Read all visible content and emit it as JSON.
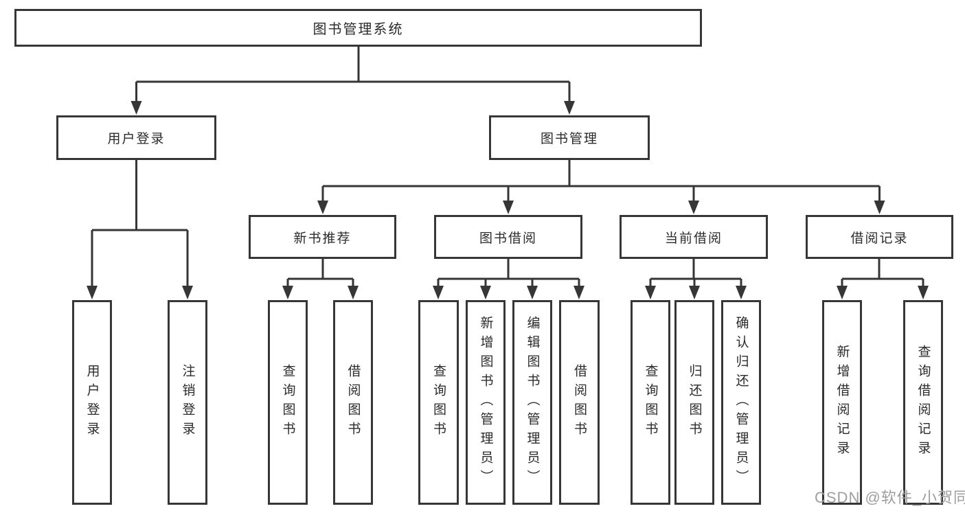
{
  "diagram": {
    "type": "hierarchy-tree",
    "root": {
      "label": "图书管理系统",
      "children": [
        {
          "label": "用户登录",
          "children": [
            {
              "label": "用户登录"
            },
            {
              "label": "注销登录"
            }
          ]
        },
        {
          "label": "图书管理",
          "children": [
            {
              "label": "新书推荐",
              "children": [
                {
                  "label": "查询图书"
                },
                {
                  "label": "借阅图书"
                }
              ]
            },
            {
              "label": "图书借阅",
              "children": [
                {
                  "label": "查询图书"
                },
                {
                  "label": "新增图书（管理员）"
                },
                {
                  "label": "编辑图书（管理员）"
                },
                {
                  "label": "借阅图书"
                }
              ]
            },
            {
              "label": "当前借阅",
              "children": [
                {
                  "label": "查询图书"
                },
                {
                  "label": "归还图书"
                },
                {
                  "label": "确认归还（管理员）"
                }
              ]
            },
            {
              "label": "借阅记录",
              "children": [
                {
                  "label": "新增借阅记录"
                },
                {
                  "label": "查询借阅记录"
                }
              ]
            }
          ]
        }
      ]
    }
  },
  "watermark": {
    "text": "CSDN @软件_小贺同学"
  },
  "colors": {
    "background": "#ffffff",
    "box_border": "#363636",
    "connector_line": "#363636",
    "text": "#2b2b2b",
    "watermark": "#9e9e9e"
  }
}
